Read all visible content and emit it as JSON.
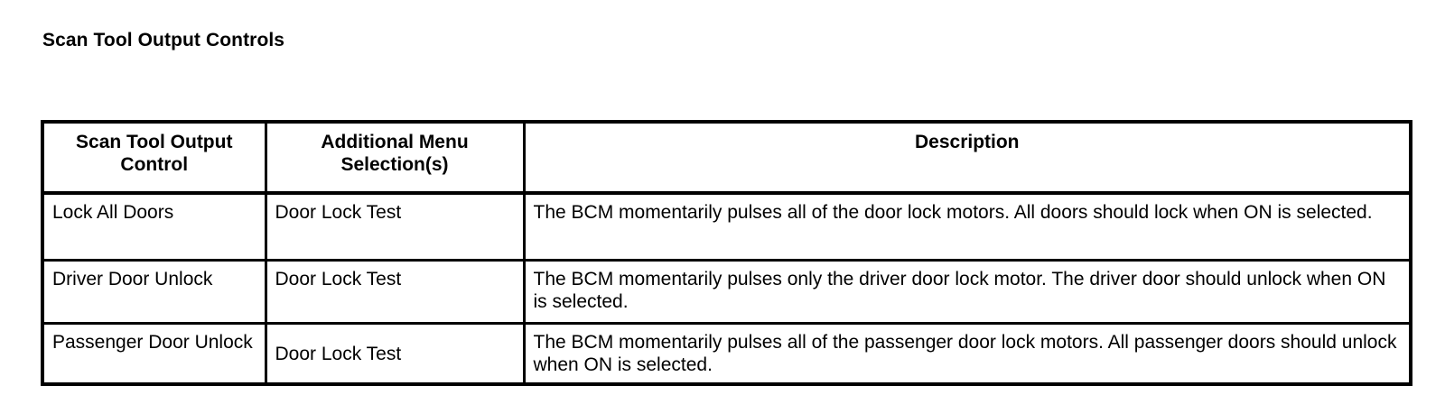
{
  "document": {
    "title": "Scan Tool Output Controls",
    "background_color": "#ffffff",
    "text_color": "#000000"
  },
  "table": {
    "headers": {
      "control_line1": "Scan Tool Output",
      "control_line2": "Control",
      "menu_line1": "Additional Menu",
      "menu_line2": "Selection(s)",
      "description": "Description"
    },
    "rows": [
      {
        "control": "Lock All Doors",
        "menu": "Door Lock Test",
        "description": "The BCM momentarily pulses all of the door lock motors. All doors should lock when ON is selected."
      },
      {
        "control": "Driver Door Unlock",
        "menu": "Door Lock Test",
        "description": "The BCM momentarily pulses only the driver door lock motor. The driver door should unlock when ON is selected."
      },
      {
        "control": "Passenger Door Unlock",
        "menu": "Door Lock Test",
        "description": "The BCM momentarily pulses all of the passenger door lock motors. All passenger doors should unlock when ON is selected."
      }
    ]
  }
}
